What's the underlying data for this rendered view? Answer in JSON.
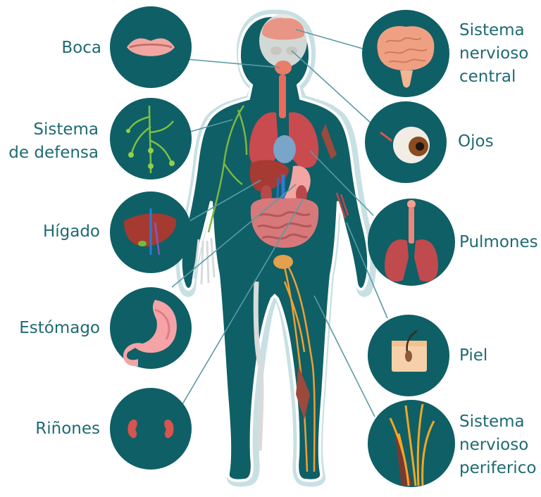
{
  "colors": {
    "body_fill": "#0f5f66",
    "body_outline": "#ffffff",
    "body_halo": "#b9d8dc",
    "circle_fill": "#0f5f66",
    "label_text": "#1e6a73",
    "connector": "#5a9aa5"
  },
  "organs": {
    "boca": {
      "lines": [
        "Boca"
      ],
      "icon": "mouth-icon"
    },
    "defensa": {
      "lines": [
        "Sistema",
        "de defensa"
      ],
      "icon": "lymphatic-system-icon"
    },
    "higado": {
      "lines": [
        "Hígado"
      ],
      "icon": "liver-icon"
    },
    "estomago": {
      "lines": [
        "Estómago"
      ],
      "icon": "stomach-icon"
    },
    "rinones": {
      "lines": [
        "Riñones"
      ],
      "icon": "kidneys-icon"
    },
    "snc": {
      "lines": [
        "Sistema",
        "nervioso",
        "central"
      ],
      "icon": "brain-icon"
    },
    "ojos": {
      "lines": [
        "Ojos"
      ],
      "icon": "eye-icon"
    },
    "pulmones": {
      "lines": [
        "Pulmones"
      ],
      "icon": "lungs-icon"
    },
    "piel": {
      "lines": [
        "Piel"
      ],
      "icon": "skin-icon"
    },
    "snp": {
      "lines": [
        "Sistema",
        "nervioso",
        "periferico"
      ],
      "icon": "peripheral-nerves-icon"
    }
  }
}
